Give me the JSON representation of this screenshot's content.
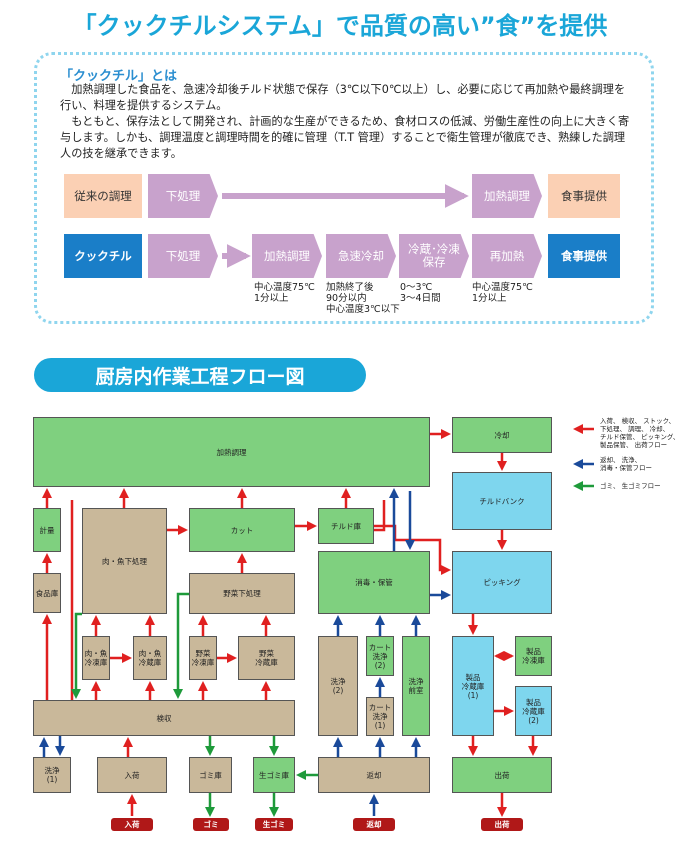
{
  "title": "「クックチルシステム」で品質の高い”食”を提供",
  "intro": {
    "heading": "「クックチル」とは",
    "para1": "加熱調理した食品を、急速冷却後チルド状態で保存（3℃以下0℃以上）し、必要に応じて再加熱や最終調理を行い、料理を提供するシステム。",
    "para2": "もともと、保存法として開発され、計画的な生産ができるため、食材ロスの低減、労働生産性の向上に大きく寄与します。しかも、調理温度と調理時間を的確に管理（T.T 管理）することで衛生管理が徹底でき、熟練した調理人の技を継承できます。"
  },
  "compare": {
    "traditional": {
      "label": "従来の調理",
      "steps": [
        "下処理",
        "加熱調理"
      ],
      "end": "食事提供"
    },
    "cookchill": {
      "label": "クックチル",
      "steps": [
        "下処理",
        "加熱調理",
        "急速冷却",
        "冷蔵･冷凍\n保存",
        "再加熱"
      ],
      "end": "食事提供",
      "notes": [
        "中心温度75℃\n1分以上",
        "加熱終了後\n90分以内\n中心温度3℃以下",
        "0〜3℃\n3〜4日間",
        "中心温度75℃\n1分以上"
      ]
    }
  },
  "flow": {
    "title": "厨房内作業工程フロー図",
    "boxes": {
      "kanetsu": "加熱調理",
      "reikyaku": "冷却",
      "chilled_bank": "チルドバンク",
      "keiryo": "計量",
      "niku_shita": "肉・魚下処理",
      "cut": "カット",
      "chilled_ko": "チルド庫",
      "shokuhin": "食品庫",
      "yasai_shita": "野菜下処理",
      "shodoku": "消毒・保管",
      "picking": "ピッキング",
      "niku_reito": "肉・魚\n冷凍庫",
      "niku_reizo": "肉・魚\n冷蔵庫",
      "yasai_reito": "野菜\n冷凍庫",
      "yasai_reizo": "野菜\n冷蔵庫",
      "senjo2": "洗浄\n(2)",
      "cart2": "カート\n洗浄\n(2)",
      "cart1": "カート\n洗浄\n(1)",
      "senjo_zen": "洗浄\n前室",
      "seihin1": "製品\n冷蔵庫\n(1)",
      "seihin_reito": "製品\n冷凍庫",
      "seihin2": "製品\n冷蔵庫\n(2)",
      "kenshu": "検収",
      "senjo1": "洗浄\n(1)",
      "nyuka": "入荷",
      "gomi_ko": "ゴミ庫",
      "nama_gomi_ko": "生ゴミ庫",
      "henkyaku": "返却",
      "shukka": "出荷"
    },
    "labels": [
      "入荷",
      "ゴミ",
      "生ゴミ",
      "返却",
      "出荷"
    ],
    "legend": [
      {
        "color": "#e02020",
        "text": "入荷、 検収、 ストック、\n下処理、 調理、 冷却、\nチルド保管、 ピッキング、\n製品保管、 出荷フロー"
      },
      {
        "color": "#1a4a9a",
        "text": "返却、 洗浄、\n消毒・保管フロー"
      },
      {
        "color": "#1e9a3a",
        "text": "ゴミ、 生ゴミフロー"
      }
    ]
  },
  "colors": {
    "accent": "#1aa6d8",
    "purple": "#c8a2cc",
    "red": "#e02020",
    "navy": "#1a4a9a",
    "green": "#1e9a3a"
  }
}
